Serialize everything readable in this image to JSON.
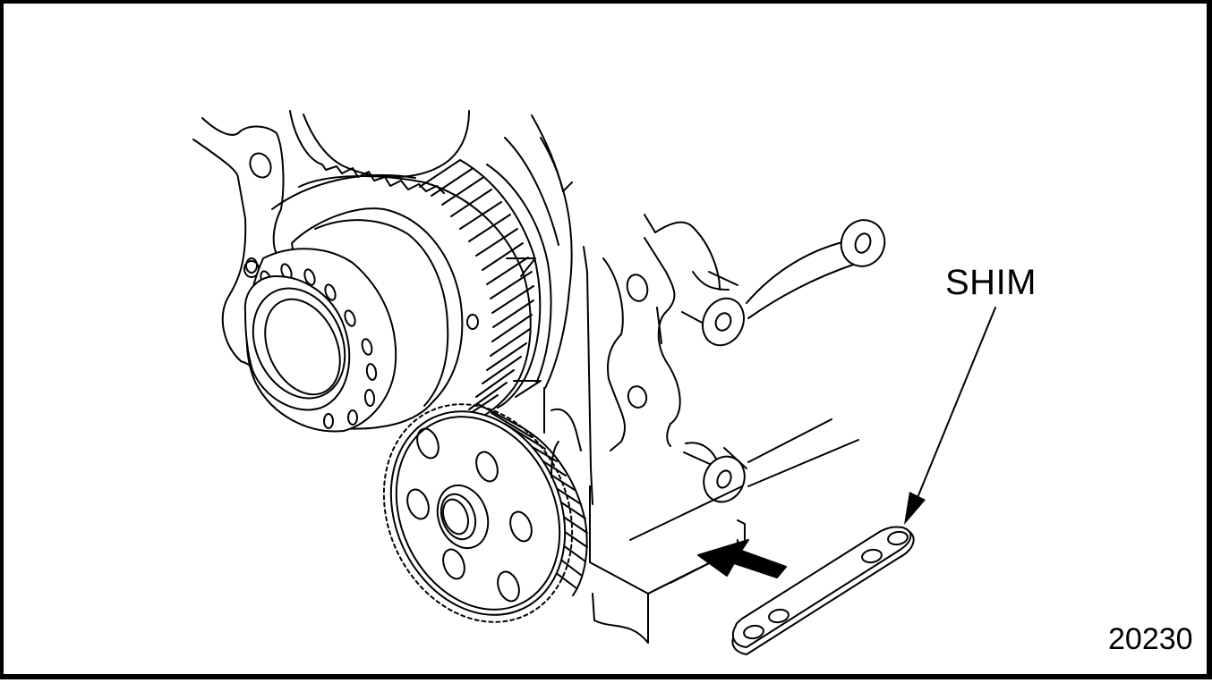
{
  "figure": {
    "callout_label": "SHIM",
    "figure_number": "20230",
    "colors": {
      "line": "#000000",
      "background": "#ffffff"
    },
    "components": [
      "engine-block-front",
      "crankshaft-gear-hub",
      "idler-gear",
      "oil-pump-gear",
      "shim",
      "insertion-arrow"
    ]
  }
}
